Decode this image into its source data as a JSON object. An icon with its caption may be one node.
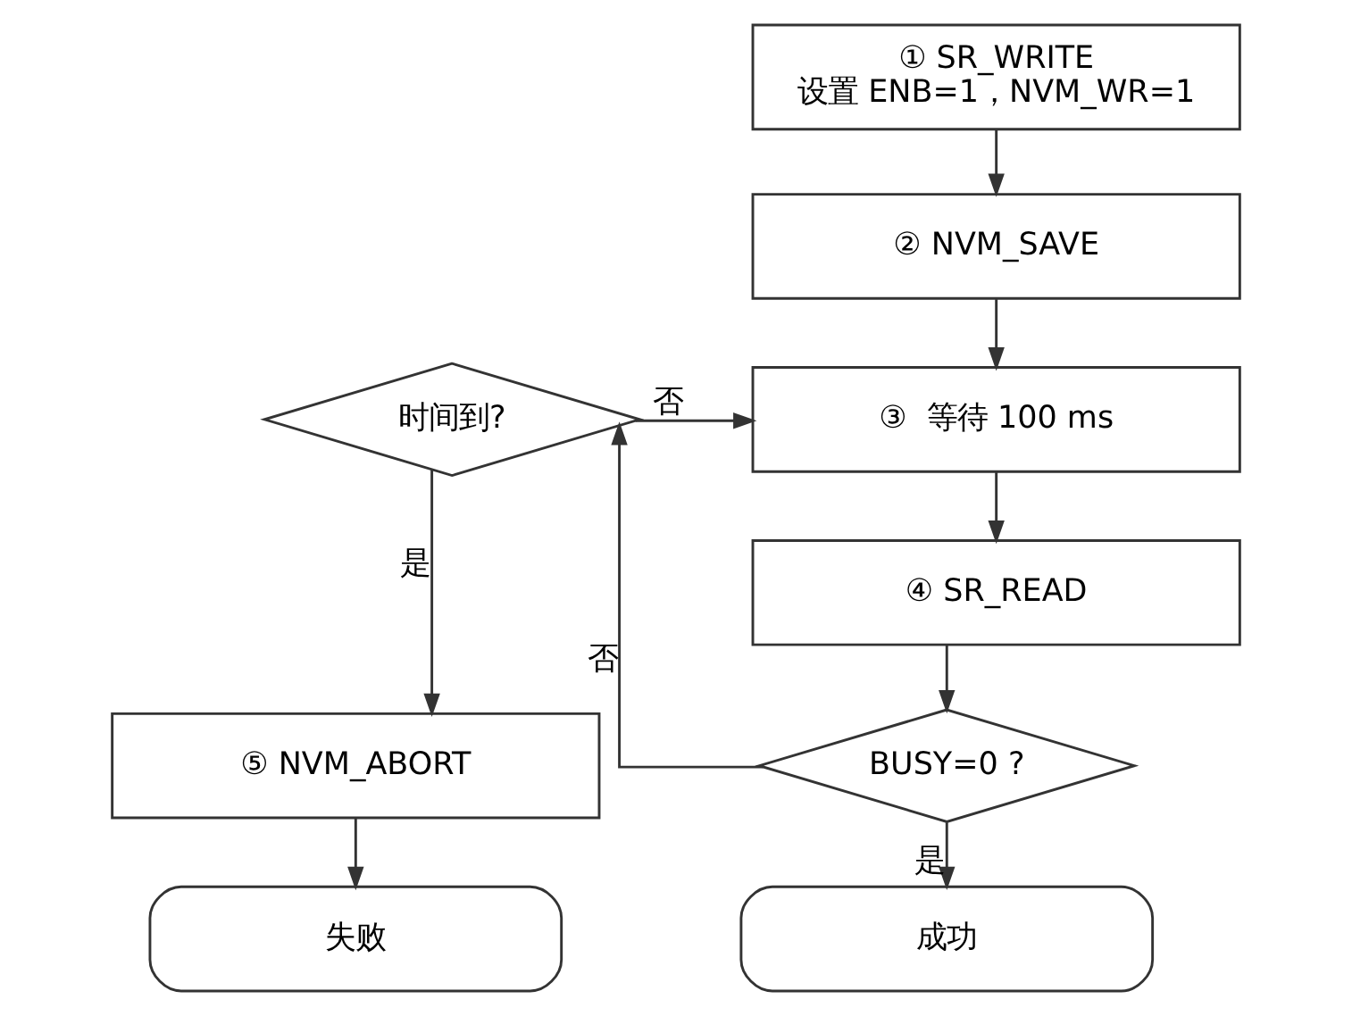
{
  "diagram": {
    "nodes": [
      {
        "text": [
          "① SR_WRITE",
          "设置 ENB=1，NVM_WR=1"
        ]
      },
      {
        "text": [
          "② NVM_SAVE"
        ]
      },
      {
        "text": [
          "③  等待 100 ms"
        ]
      },
      {
        "text": [
          "④ SR_READ"
        ]
      },
      {
        "text": [
          "BUSY=0 ?"
        ]
      },
      {
        "text": [
          "时间到?"
        ]
      },
      {
        "text": [
          "⑤ NVM_ABORT"
        ]
      },
      {
        "text": [
          "成功"
        ]
      },
      {
        "text": [
          "失败"
        ]
      }
    ],
    "edges": [
      {
        "from": 0,
        "to": 1,
        "arrow": "to"
      },
      {
        "from": 1,
        "to": 2,
        "arrow": "to"
      },
      {
        "from": 2,
        "to": 3,
        "arrow": "to"
      },
      {
        "from": 3,
        "to": 4,
        "arrow": "to"
      },
      {
        "from": 4,
        "to": 5,
        "arrow": "to",
        "label": "否"
      },
      {
        "from": 5,
        "to": 2,
        "arrow": "to",
        "label": "否"
      },
      {
        "from": 5,
        "to": 6,
        "arrow": "to",
        "label": "是"
      },
      {
        "from": 4,
        "to": 7,
        "arrow": "to",
        "label": "是"
      },
      {
        "from": 6,
        "to": 8,
        "arrow": "to"
      }
    ]
  }
}
